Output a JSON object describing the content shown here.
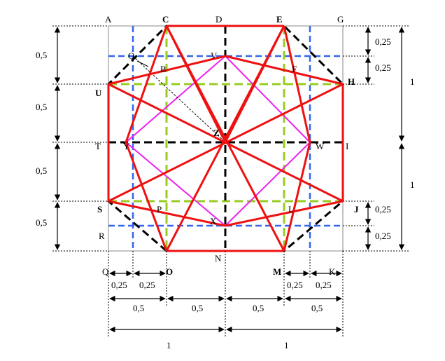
{
  "points": {
    "A": "A",
    "C": "C",
    "D": "D",
    "E": "E",
    "G": "G",
    "O_top": "O",
    "V": "V",
    "B": "B",
    "F": "F",
    "U": "U",
    "H": "H",
    "Z": "Z",
    "T": "T",
    "Y": "Y",
    "W": "W",
    "I": "I",
    "S": "S",
    "J": "J",
    "P": "P",
    "L": "L",
    "X": "X",
    "R": "R",
    "N": "N",
    "Q": "Q",
    "O_bottom": "O",
    "M": "M",
    "K": "K"
  },
  "dimensions": {
    "left": [
      "0,5",
      "0,5",
      "0,5",
      "0,5"
    ],
    "right_top": [
      "0,25",
      "0,25"
    ],
    "right_side": [
      "1",
      "1"
    ],
    "right_bottom": [
      "0,25",
      "0,25"
    ],
    "bottom_row1": [
      "0,25",
      "0,25",
      "0,25",
      "0,25"
    ],
    "bottom_row2": [
      "0,5",
      "0,5",
      "0,5",
      "0,5"
    ],
    "bottom_row3": [
      "1",
      "1"
    ]
  },
  "colors": {
    "star": "#ee1111",
    "inner_square": "#ee22ee",
    "half_grid": "#99cc22",
    "quarter_grid": "#3366ee",
    "octagon": "#000000",
    "outer_square": "#888888"
  }
}
